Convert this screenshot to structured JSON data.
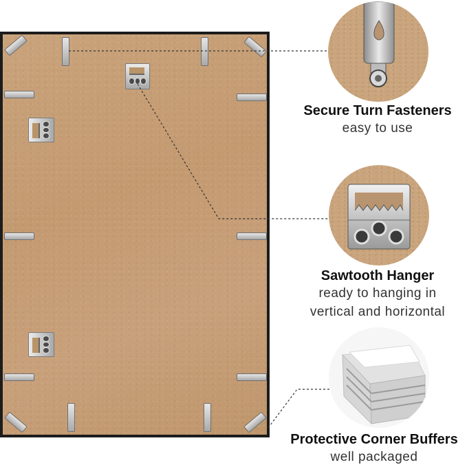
{
  "features": [
    {
      "title": "Secure Turn Fasteners",
      "subtitle": [
        "easy to use"
      ]
    },
    {
      "title": "Sawtooth Hanger",
      "subtitle": [
        "ready to hanging in",
        "vertical and horizontal"
      ]
    },
    {
      "title": "Protective Corner Buffers",
      "subtitle": [
        "well packaged"
      ]
    }
  ],
  "colors": {
    "frame": "#1c1c1c",
    "board": "#c49a71",
    "metal": "#b5b5b5",
    "foam": "#e8e8e8"
  }
}
